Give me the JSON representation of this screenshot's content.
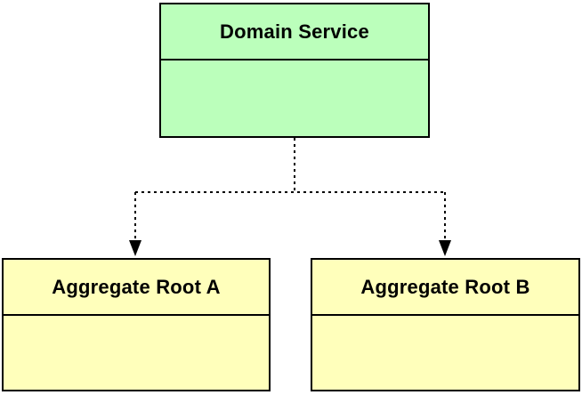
{
  "diagram": {
    "type": "uml-class-diagram",
    "background_color": "#ffffff",
    "stroke_color": "#000000",
    "text_color": "#000000",
    "nodes": [
      {
        "id": "domain-service",
        "label": "Domain Service",
        "fill": "#bbffbb",
        "compartments": 2
      },
      {
        "id": "aggregate-root-a",
        "label": "Aggregate Root A",
        "fill": "#ffffbb",
        "compartments": 2
      },
      {
        "id": "aggregate-root-b",
        "label": "Aggregate Root B",
        "fill": "#ffffbb",
        "compartments": 2
      }
    ],
    "edges": [
      {
        "from": "domain-service",
        "to": "aggregate-root-a",
        "line_style": "dotted",
        "arrow": "filled-triangle-down"
      },
      {
        "from": "domain-service",
        "to": "aggregate-root-b",
        "line_style": "dotted",
        "arrow": "filled-triangle-down"
      }
    ]
  }
}
